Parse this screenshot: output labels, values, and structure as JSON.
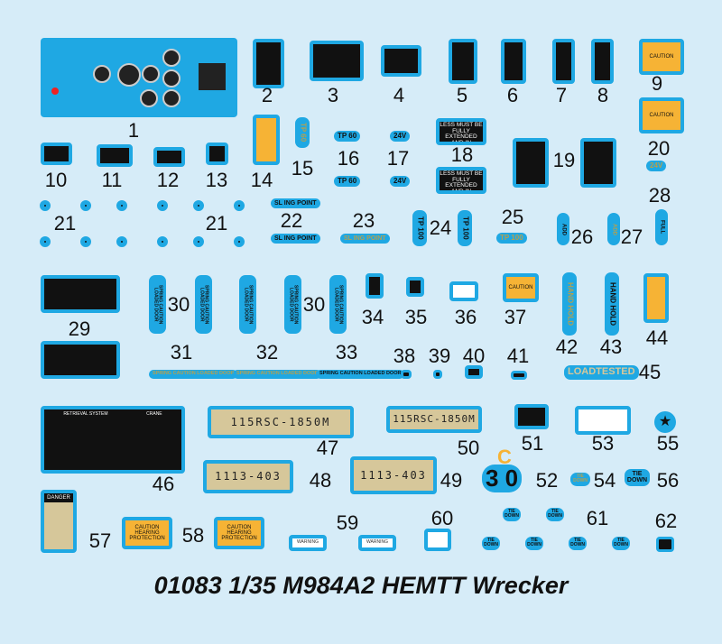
{
  "title": "01083 1/35 M984A2 HEMTT Wrecker",
  "numbers": {
    "n1": "1",
    "n2": "2",
    "n3": "3",
    "n4": "4",
    "n5": "5",
    "n6": "6",
    "n7": "7",
    "n8": "8",
    "n9": "9",
    "n10": "10",
    "n11": "11",
    "n12": "12",
    "n13": "13",
    "n14": "14",
    "n15": "15",
    "n16": "16",
    "n17": "17",
    "n18": "18",
    "n19": "19",
    "n20": "20",
    "n21": "21",
    "n22": "22",
    "n23": "23",
    "n24": "24",
    "n25": "25",
    "n26": "26",
    "n27": "27",
    "n28": "28",
    "n29": "29",
    "n30": "30",
    "n31": "31",
    "n32": "32",
    "n33": "33",
    "n34": "34",
    "n35": "35",
    "n36": "36",
    "n37": "37",
    "n38": "38",
    "n39": "39",
    "n40": "40",
    "n41": "41",
    "n42": "42",
    "n43": "43",
    "n44": "44",
    "n45": "45",
    "n46": "46",
    "n47": "47",
    "n48": "48",
    "n49": "49",
    "n50": "50",
    "n51": "51",
    "n52": "52",
    "n53": "53",
    "n54": "54",
    "n55": "55",
    "n56": "56",
    "n57": "57",
    "n58": "58",
    "n59": "59",
    "n60": "60",
    "n61": "61",
    "n62": "62"
  },
  "decals": {
    "tp60": "TP 60",
    "v24": "24V",
    "outrigger": "OUTRIGGER LESS MUST BE FULLY EXTENDED AND IN",
    "sling": "SL ING POINT",
    "tp100": "TP 100",
    "add": "ADD",
    "full": "FULL",
    "spring_caution": "SPRING CAUTION LOADED DOOR",
    "caution": "CAUTION",
    "caution_hearing": "CAUTION HEARING PROTECTION",
    "hand_hold": "HAND HOLD",
    "loadtested": "LOADTESTED",
    "plate1": "115RSC-1850M",
    "plate2": "1113-403",
    "c": "C",
    "thirty": "3 0",
    "tie_down": "TIE DOWN",
    "star": "★",
    "danger": "DANGER",
    "warning": "WARNING",
    "retrieval": "RETRIEVAL SYSTEM",
    "crane": "CRANE"
  }
}
